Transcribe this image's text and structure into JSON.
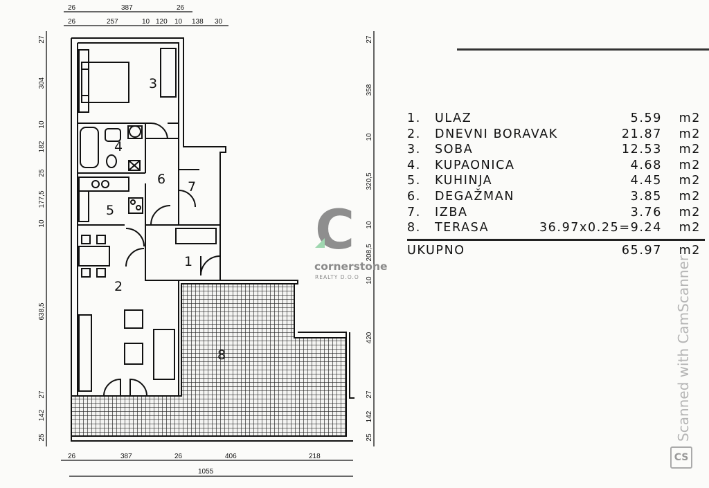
{
  "dimensions": {
    "top_row1": [
      "26",
      "387",
      "26"
    ],
    "top_row2": [
      "26",
      "257",
      "10",
      "120",
      "10",
      "138",
      "30"
    ],
    "left": [
      "27",
      "304",
      "10",
      "182",
      "25",
      "177,5",
      "10",
      "638,5",
      "27",
      "142",
      "25"
    ],
    "right": [
      "27",
      "358",
      "10",
      "320,5",
      "10",
      "208,5",
      "10",
      "420",
      "27",
      "142",
      "25"
    ],
    "bottom_row1": [
      "26",
      "387",
      "26",
      "406",
      "218"
    ],
    "bottom_total": "1055"
  },
  "room_labels": [
    "1",
    "2",
    "3",
    "4",
    "5",
    "6",
    "7",
    "8"
  ],
  "area_table": {
    "rows": [
      {
        "num": "1.",
        "name": "ULAZ",
        "value": "5.59",
        "unit": "m2"
      },
      {
        "num": "2.",
        "name": "DNEVNI BORAVAK",
        "value": "21.87",
        "unit": "m2"
      },
      {
        "num": "3.",
        "name": "SOBA",
        "value": "12.53",
        "unit": "m2"
      },
      {
        "num": "4.",
        "name": "KUPAONICA",
        "value": "4.68",
        "unit": "m2"
      },
      {
        "num": "5.",
        "name": "KUHINJA",
        "value": "4.45",
        "unit": "m2"
      },
      {
        "num": "6.",
        "name": "DEGAŽMAN",
        "value": "3.85",
        "unit": "m2"
      },
      {
        "num": "7.",
        "name": "IZBA",
        "value": "3.76",
        "unit": "m2"
      },
      {
        "num": "8.",
        "name": "TERASA",
        "value": "36.97x0.25=9.24",
        "unit": "m2"
      }
    ],
    "total": {
      "name": "UKUPNO",
      "value": "65.97",
      "unit": "m2"
    }
  },
  "logo": {
    "letter": "C",
    "brand": "cornerstone",
    "sub": "REALTY D.O.O",
    "colors": {
      "grey": "#8e8e8e",
      "green": "#9fd7b0"
    }
  },
  "watermark": {
    "text": "Scanned with CamScanner",
    "icon": "CS"
  }
}
